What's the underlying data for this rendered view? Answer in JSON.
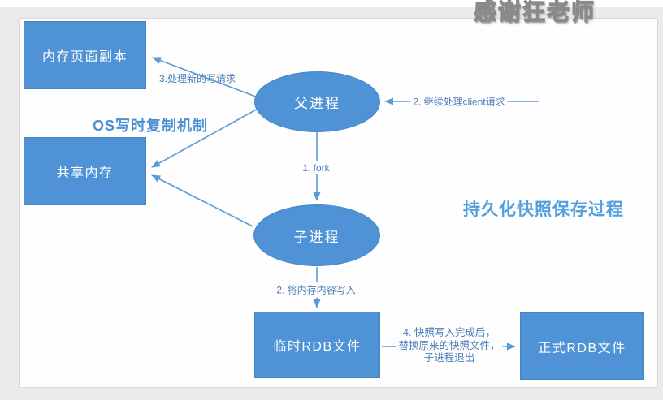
{
  "watermark": "感谢狂老师",
  "diagram": {
    "title_left": "OS写时复制机制",
    "title_right": "持久化快照保存过程",
    "nodes": {
      "memory_page_copy": "内存页面副本",
      "shared_memory": "共享内存",
      "parent_process": "父进程",
      "child_process": "子进程",
      "temp_rdb_file": "临时RDB文件",
      "official_rdb_file": "正式RDB文件"
    },
    "edge_labels": {
      "fork": "1. fork",
      "continue_client": "2. 继续处理client请求",
      "handle_new_writes": "3.处理新的写请求",
      "write_memory": "2. 将内存内容写入",
      "replace_snapshot": [
        "4. 快照写入完成后，",
        "替换原来的快照文件，",
        "子进程退出"
      ]
    },
    "colors": {
      "shape_fill": "#4f93d6",
      "shape_border": "#4384c4",
      "connector": "#5b9bd5",
      "edge_label_text": "#4c7cba",
      "title_left_text": "#4a90d5",
      "title_right_text": "#54a0de",
      "page_background": "#ebebeb",
      "panel_background": "#fefefe"
    }
  }
}
